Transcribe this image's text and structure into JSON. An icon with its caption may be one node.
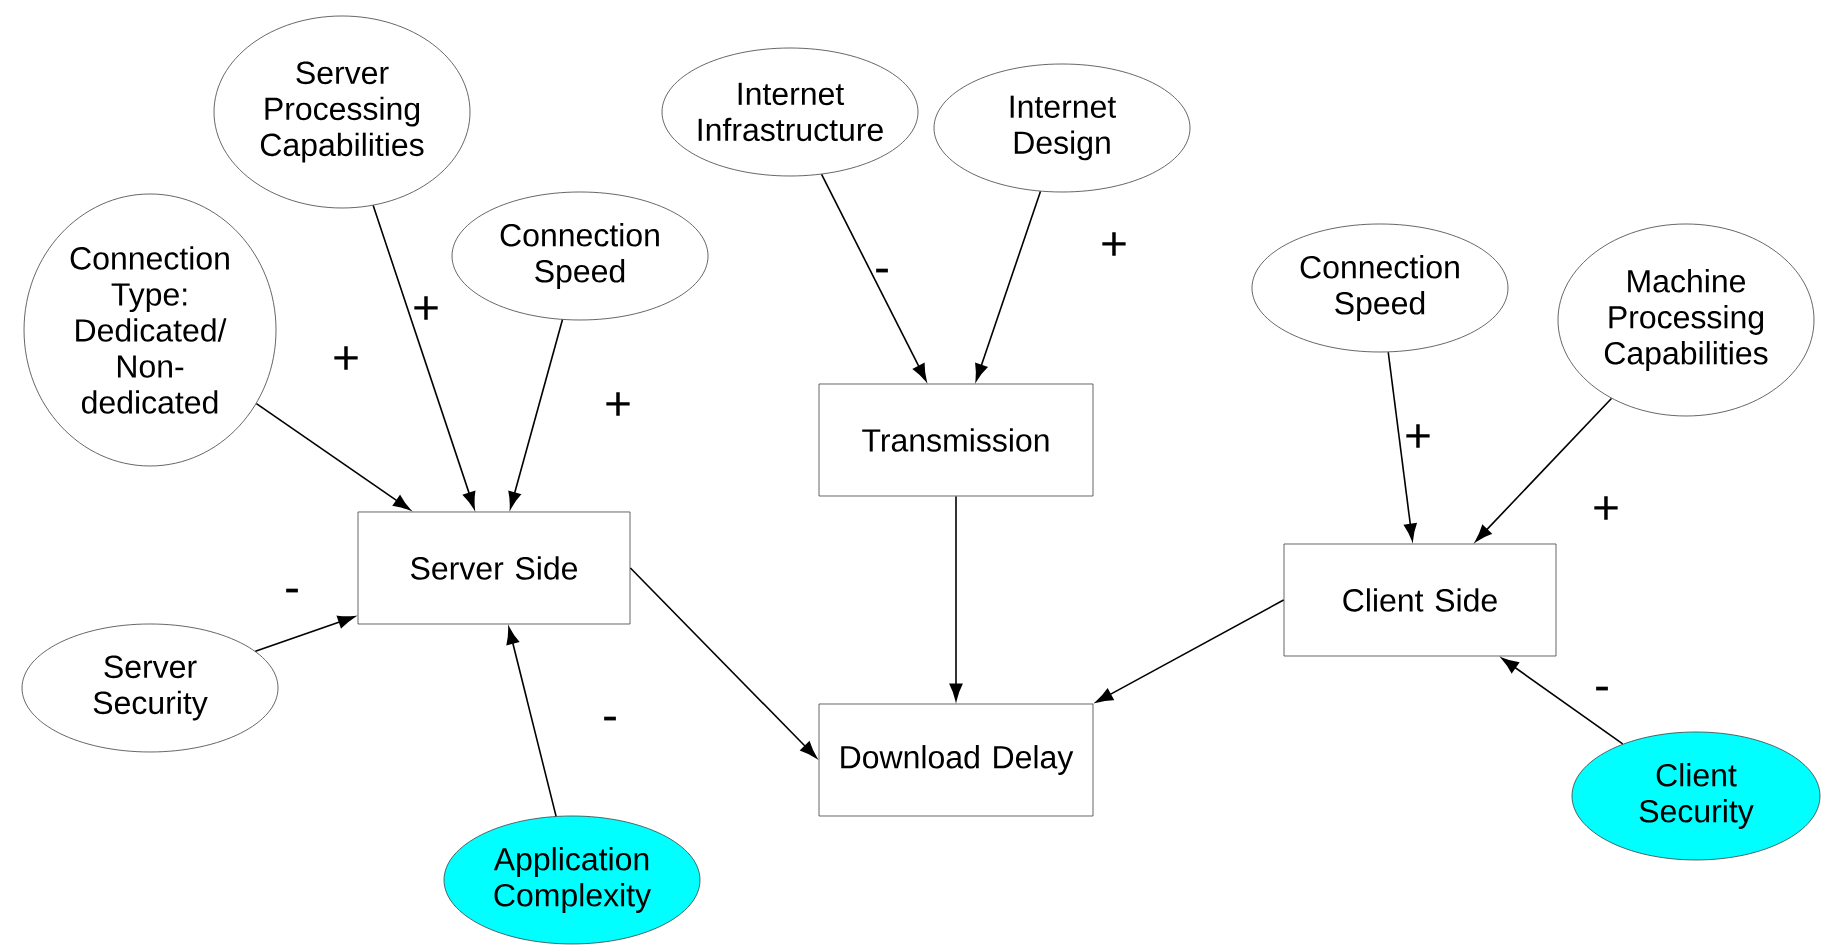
{
  "diagram": {
    "nodes": [
      {
        "text": [
          "Server Processing Capabilities"
        ]
      },
      {
        "text": [
          "Connection Type: Dedicated/ Non-dedicated"
        ]
      },
      {
        "text": [
          "Connection Speed"
        ]
      },
      {
        "text": [
          "Internet Infrastructure"
        ]
      },
      {
        "text": [
          "Internet Design"
        ]
      },
      {
        "text": [
          "Transmission"
        ]
      },
      {
        "text": [
          "Connection Speed"
        ]
      },
      {
        "text": [
          "Machine Processing Capabilities"
        ]
      },
      {
        "text": [
          "Server Side"
        ]
      },
      {
        "text": [
          "Server Security"
        ]
      },
      {
        "text": [
          "Client Side"
        ]
      },
      {
        "text": [
          "Download Delay"
        ]
      },
      {
        "text": [
          "Client Security"
        ]
      },
      {
        "text": [
          "Application Complexity"
        ]
      }
    ],
    "edges": [
      {
        "from": 1,
        "to": 8,
        "arrow": "to",
        "label": "+"
      },
      {
        "from": 0,
        "to": 8,
        "arrow": "to",
        "label": "+"
      },
      {
        "from": 2,
        "to": 8,
        "arrow": "to",
        "label": "+"
      },
      {
        "from": 9,
        "to": 8,
        "arrow": "to",
        "label": "-"
      },
      {
        "from": 13,
        "to": 8,
        "arrow": "to",
        "label": "-"
      },
      {
        "from": 8,
        "to": 11,
        "arrow": "to"
      },
      {
        "from": 3,
        "to": 5,
        "arrow": "to",
        "label": "-"
      },
      {
        "from": 4,
        "to": 5,
        "arrow": "to",
        "label": "+"
      },
      {
        "from": 5,
        "to": 11,
        "arrow": "to"
      },
      {
        "from": 6,
        "to": 10,
        "arrow": "to",
        "label": "+"
      },
      {
        "from": 7,
        "to": 10,
        "arrow": "to",
        "label": "+"
      },
      {
        "from": 12,
        "to": 10,
        "arrow": "to",
        "label": "-"
      },
      {
        "from": 10,
        "to": 11,
        "arrow": "to"
      }
    ]
  }
}
